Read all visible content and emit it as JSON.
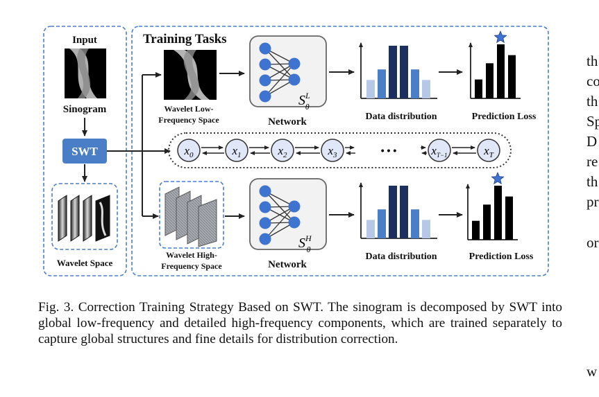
{
  "figure": {
    "input_label": "Input",
    "sinogram_label": "Sinogram",
    "swt_label": "SWT",
    "wavelet_space_label": "Wavelet Space",
    "training_tasks_title": "Training Tasks",
    "low_freq_label_line1": "Wavelet Low-",
    "low_freq_label_line2": "Frequency Space",
    "high_freq_label_line1": "Wavelet High-",
    "high_freq_label_line2": "Frequency Space",
    "network_label": "Network",
    "network_low_symbol": "S",
    "network_low_sup": "L",
    "network_low_sub": "θ",
    "network_high_symbol": "S",
    "network_high_sup": "H",
    "network_high_sub": "θ",
    "data_distribution_label": "Data distribution",
    "prediction_loss_label": "Prediction Loss",
    "chain": [
      {
        "base": "x",
        "sub": "0"
      },
      {
        "base": "x",
        "sub": "1"
      },
      {
        "base": "x",
        "sub": "2"
      },
      {
        "base": "x",
        "sub": "3"
      },
      {
        "base": "x",
        "sub": "T−1"
      },
      {
        "base": "x",
        "sub": "T"
      }
    ],
    "chain_ellipsis": "• • •",
    "distribution_bars": [
      0.35,
      0.55,
      1.0,
      1.0,
      0.55,
      0.35
    ],
    "loss_bars_top": [
      0.35,
      0.65,
      1.0,
      0.8
    ],
    "loss_bars_bottom": [
      0.35,
      0.65,
      1.0,
      0.8
    ],
    "colors": {
      "dashed_border": "#4a7fc8",
      "swt_fill": "#4a7fc8",
      "node_fill": "#3f73d0",
      "bar_light": "#b7c7e8",
      "bar_mid": "#4a7fc8",
      "bar_dark": "#1d2f5c",
      "star": "#3f73d0",
      "chain_node_fill": "#dfe7f8"
    }
  },
  "caption": {
    "text": "Fig. 3.  Correction Training Strategy Based on SWT. The sinogram is decomposed by SWT into global low-frequency and detailed high-frequency components, which are trained separately to capture global structures and fine details for distribution correction."
  },
  "side_text": [
    "th",
    "co",
    "th",
    "Sp",
    "D",
    "re",
    "th",
    "pr",
    "or",
    "w"
  ]
}
